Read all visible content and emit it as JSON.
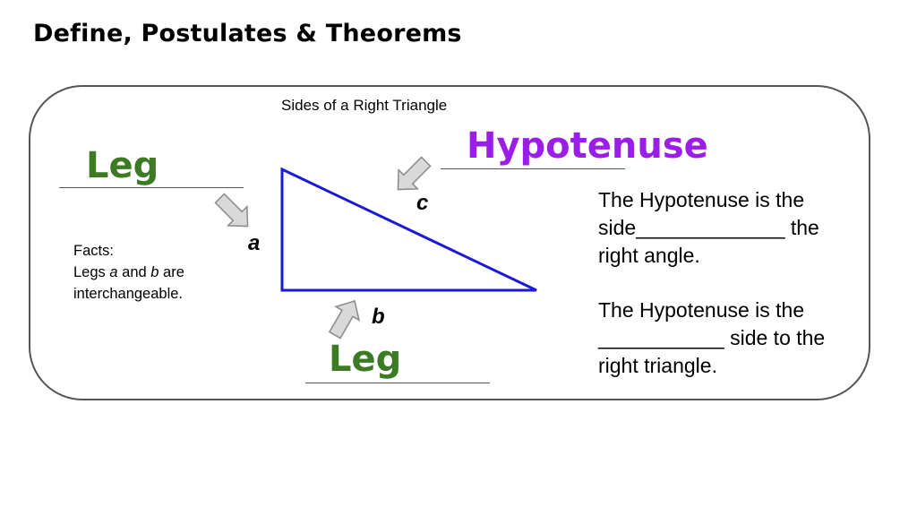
{
  "title": "Define, Postulates & Theorems",
  "caption": "Sides of a Right Triangle",
  "labels": {
    "hypotenuse": "Hypotenuse",
    "leg_left": "Leg",
    "leg_bottom": "Leg"
  },
  "sides": {
    "a": "a",
    "b": "b",
    "c": "c"
  },
  "facts": {
    "heading": "Facts:",
    "line_prefix": "Legs ",
    "var_a": "a",
    "and": " and ",
    "var_b": "b",
    "suffix": " are",
    "line2": "interchangeable."
  },
  "statements": [
    "The Hypotenuse is the side_____________ the right angle.",
    "The Hypotenuse is the ___________ side to the right triangle."
  ],
  "colors": {
    "hypotenuse": "#9b1de8",
    "leg": "#3c7a23",
    "triangle": "#1a1ad6",
    "arrow_fill": "#d9d9d9",
    "arrow_stroke": "#8a8a8a"
  }
}
